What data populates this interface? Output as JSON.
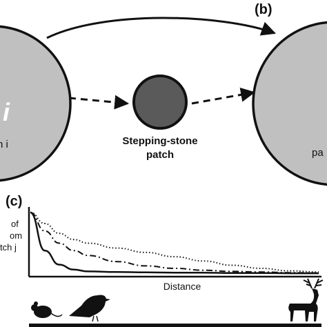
{
  "panel_b": {
    "label": "(b)",
    "left_patch": {
      "big_letter": "i",
      "caption": "n i"
    },
    "right_patch": {
      "caption": "pa"
    },
    "stepping_stone": {
      "line1": "Stepping-stone",
      "line2": "patch"
    }
  },
  "panel_c": {
    "label": "(c)",
    "ylabel_lines": [
      "of",
      "om",
      "tch j"
    ],
    "xlabel": "Distance"
  },
  "animals": [
    "mouse-icon",
    "bird-icon",
    "deer-icon"
  ],
  "colors": {
    "patch_fill": "#c0c0c0",
    "stone_fill": "#5a5a5a",
    "ink": "#111111"
  },
  "chart_data": {
    "type": "line",
    "title": "",
    "xlabel": "Distance",
    "ylabel": "",
    "x": [
      0,
      0.05,
      0.1,
      0.15,
      0.2,
      0.3,
      0.4,
      0.5,
      0.6,
      0.7,
      0.8,
      0.9,
      1.0
    ],
    "series": [
      {
        "style": "solid",
        "values": [
          1.0,
          0.38,
          0.15,
          0.07,
          0.04,
          0.03,
          0.025,
          0.02,
          0.02,
          0.015,
          0.015,
          0.01,
          0.01
        ]
      },
      {
        "style": "dashdot",
        "values": [
          1.0,
          0.7,
          0.5,
          0.38,
          0.3,
          0.2,
          0.13,
          0.09,
          0.06,
          0.04,
          0.03,
          0.02,
          0.015
        ]
      },
      {
        "style": "dotted",
        "values": [
          1.0,
          0.82,
          0.66,
          0.56,
          0.5,
          0.42,
          0.35,
          0.28,
          0.21,
          0.14,
          0.09,
          0.05,
          0.03
        ]
      }
    ],
    "ylim": [
      0,
      1
    ],
    "xlim": [
      0,
      1
    ],
    "grid": false
  }
}
